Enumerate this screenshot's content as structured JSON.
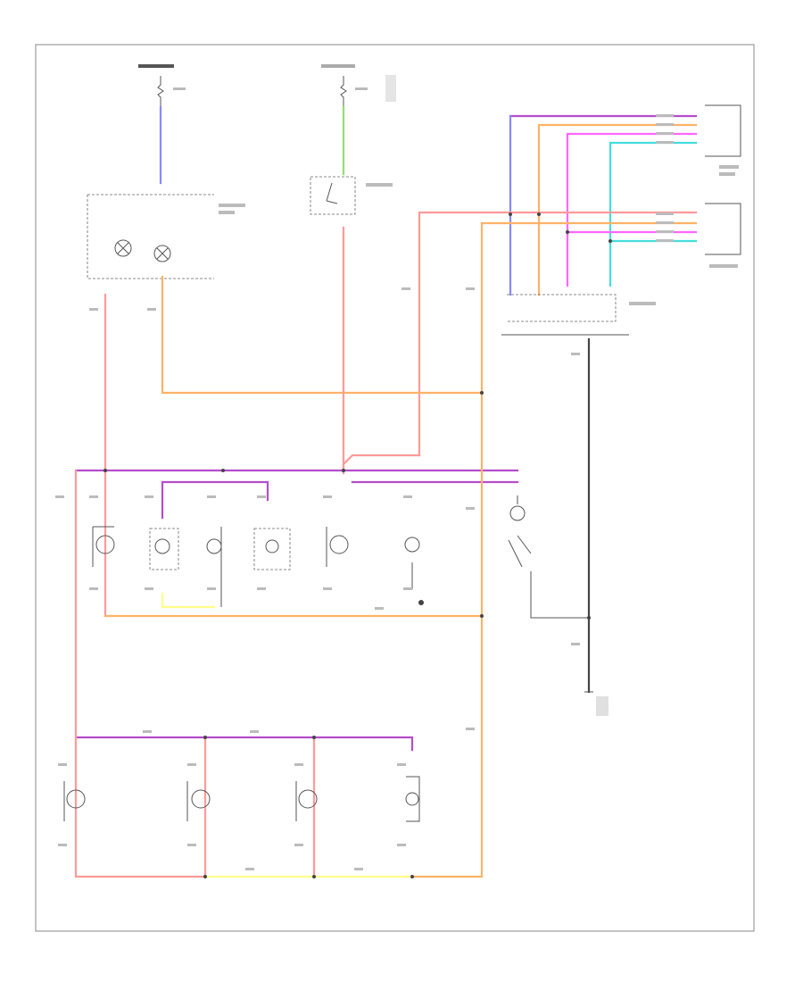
{
  "figure_code": "",
  "colors": {
    "pink": "#ff9a9a",
    "orange": "#ffb266",
    "purple": "#b44dcc",
    "blue": "#8888ff",
    "yellow": "#ffff88",
    "green": "#99dd77",
    "cyan": "#44dddd",
    "magenta": "#ff66ff",
    "black": "#444444"
  },
  "components": [
    {
      "id": "fuse-hot-in-run",
      "type": "fuse"
    },
    {
      "id": "fuse-hot-all-times",
      "type": "fuse"
    },
    {
      "id": "instrument-cluster",
      "type": "module"
    },
    {
      "id": "clock-lamp",
      "type": "lamp"
    },
    {
      "id": "clock-lighting",
      "type": "lamp"
    },
    {
      "id": "lighting-switch",
      "type": "switch"
    },
    {
      "id": "heater-control-panel",
      "type": "module"
    },
    {
      "id": "combination-switch",
      "type": "module"
    },
    {
      "id": "illumination-control-switch",
      "type": "switch"
    },
    {
      "id": "rear-window-defogger-switch",
      "type": "lamp"
    },
    {
      "id": "radio",
      "type": "lamp"
    },
    {
      "id": "cigarette-lighter",
      "type": "lamp"
    },
    {
      "id": "ashtray-lamp",
      "type": "lamp"
    },
    {
      "id": "hazard-switch",
      "type": "lamp"
    },
    {
      "id": "glove-box-lamp",
      "type": "lamp"
    },
    {
      "id": "glove-box-switch",
      "type": "switch"
    },
    {
      "id": "a-t-indicator",
      "type": "lamp"
    },
    {
      "id": "headlamp-aiming-switch",
      "type": "lamp"
    },
    {
      "id": "rear-fog-switch",
      "type": "lamp"
    },
    {
      "id": "ground",
      "type": "ground"
    }
  ]
}
